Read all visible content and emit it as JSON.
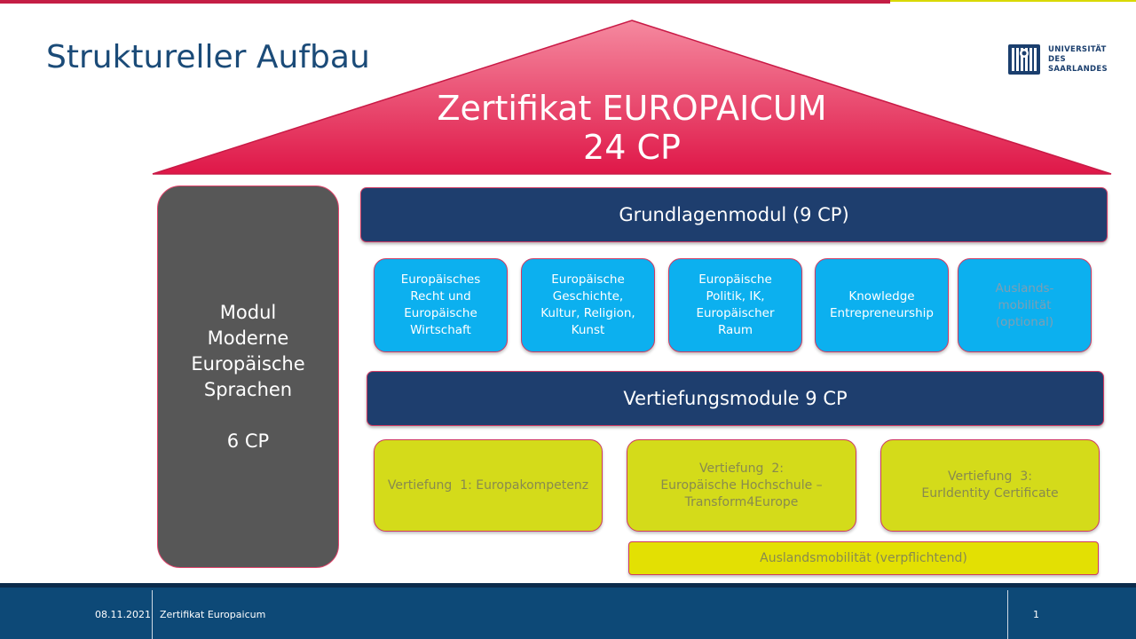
{
  "slide": {
    "title": "Struktureller Aufbau",
    "logo_text": "UNIVERSITÄT\nDES\nSAARLANDES"
  },
  "roof": {
    "title_line1": "Zertifikat EUROPAICUM",
    "title_line2": "24 CP"
  },
  "pillar": {
    "label": "Modul\nModerne\nEuropäische\nSprachen\n\n6 CP"
  },
  "grundlagen": {
    "label": "Grundlagenmodul (9 CP)",
    "modules": [
      {
        "label": "Europäisches\nRecht und\nEuropäische\nWirtschaft"
      },
      {
        "label": "Europäische\nGeschichte,\nKultur, Religion,\nKunst"
      },
      {
        "label": "Europäische\nPolitik, IK,\nEuropäischer\nRaum"
      },
      {
        "label": "Knowledge\nEntrepreneurship"
      },
      {
        "label": "Auslands-\nmobilität\n(optional)"
      }
    ]
  },
  "vertiefung": {
    "label": "Vertiefungsmodule 9 CP",
    "modules": [
      {
        "label": "Vertiefung  1: Europakompetenz"
      },
      {
        "label": "Vertiefung  2:\nEuropäische Hochschule –\nTransform4Europe"
      },
      {
        "label": "Vertiefung  3:\nEurIdentity Certificate"
      }
    ],
    "mobility": "Auslandsmobilität  (verpflichtend)"
  },
  "footer": {
    "date": "08.11.2021",
    "title": "Zertifikat Europaicum",
    "page": "1"
  },
  "colors": {
    "roof": "#e01b4c",
    "navy_bar": "#1e3e6e",
    "blue_module": "#0cb0ef",
    "yellow_module": "#d4db1a",
    "pillar": "#575757",
    "footer": "#0d4977"
  }
}
